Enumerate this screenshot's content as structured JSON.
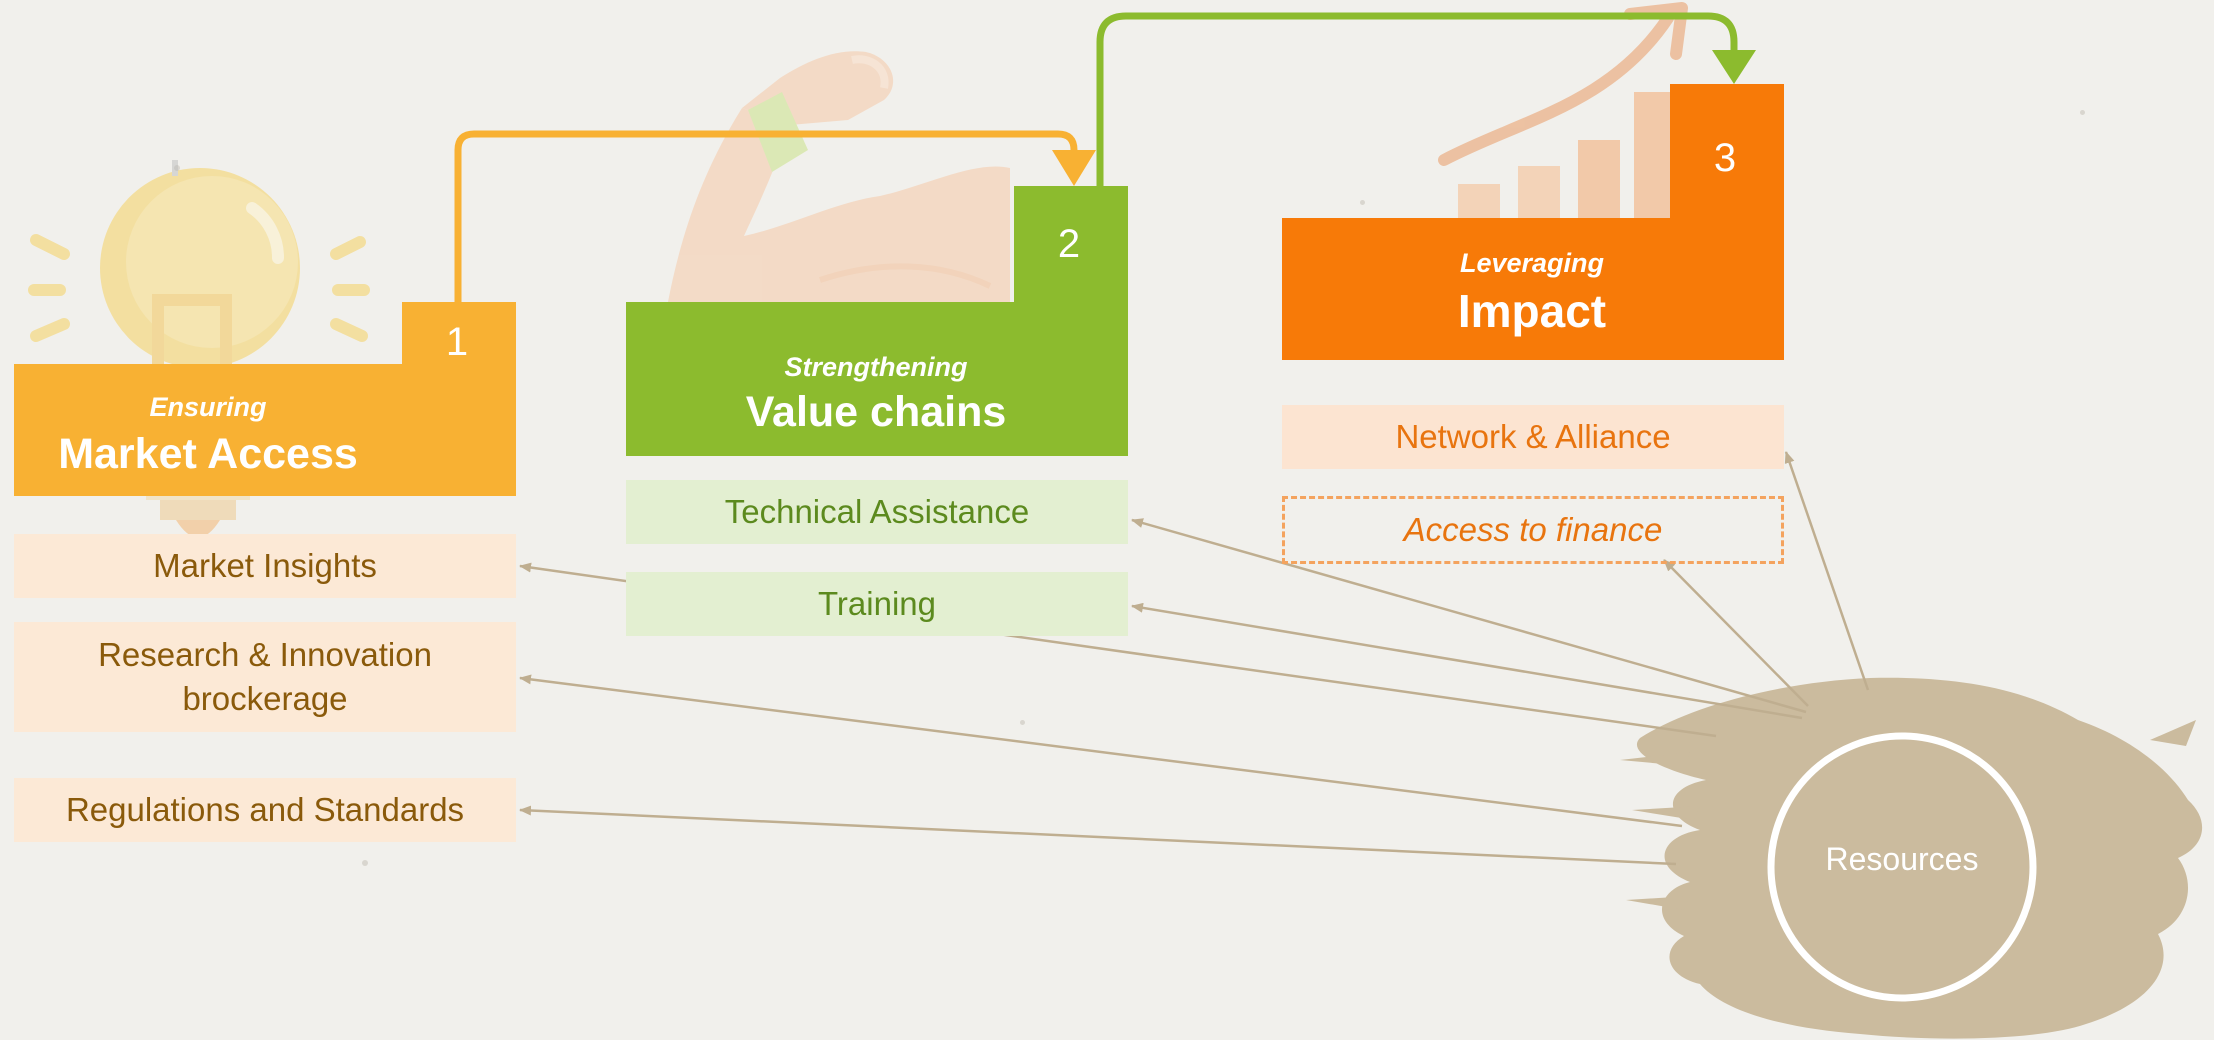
{
  "pillars": [
    {
      "number": "1",
      "label": "Ensuring",
      "title": "Market Access",
      "color": "#f8b133",
      "icon": "lightbulb-icon",
      "items": [
        {
          "text": "Market Insights",
          "style": "solid"
        },
        {
          "text": "Research & Innovation brockerage",
          "style": "solid"
        },
        {
          "text": "Regulations and Standards",
          "style": "solid"
        }
      ]
    },
    {
      "number": "2",
      "label": "Strengthening",
      "title": "Value chains",
      "color": "#8cbb2e",
      "icon": "flexed-arm-icon",
      "items": [
        {
          "text": "Technical Assistance",
          "style": "solid"
        },
        {
          "text": "Training",
          "style": "solid"
        }
      ]
    },
    {
      "number": "3",
      "label": "Leveraging",
      "title": "Impact",
      "color": "#f77a08",
      "icon": "growth-chart-icon",
      "items": [
        {
          "text": "Network & Alliance",
          "style": "solid"
        },
        {
          "text": "Access to finance",
          "style": "dashed"
        }
      ]
    }
  ],
  "resources": {
    "label": "Resources",
    "color": "#cbbb9e"
  },
  "flow_arrows": [
    {
      "from": "1",
      "to": "2",
      "color": "#f8b133"
    },
    {
      "from": "2",
      "to": "3",
      "color": "#8cbb2e"
    }
  ],
  "connector_color": "#bfae90"
}
